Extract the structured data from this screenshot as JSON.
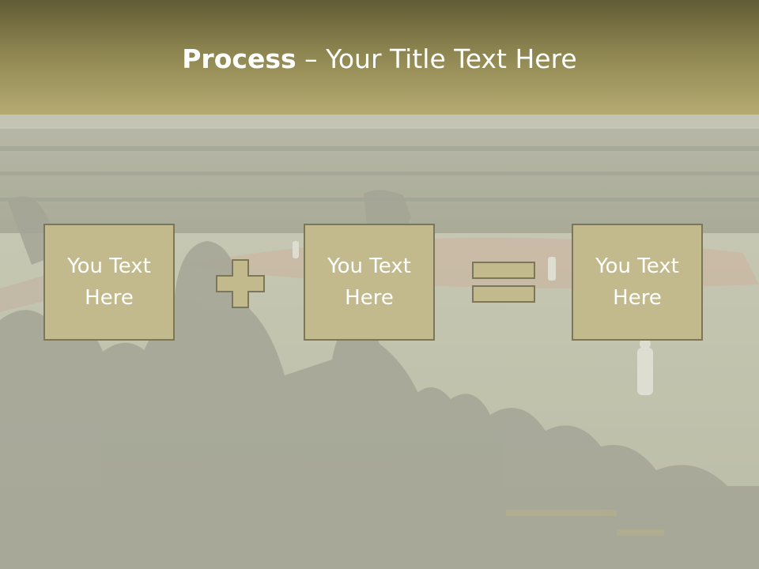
{
  "title": {
    "bold": "Process",
    "rest": " – Your Title Text Here"
  },
  "boxes": [
    {
      "text": "You Text Here"
    },
    {
      "text": "You Text Here"
    },
    {
      "text": "You Text Here"
    }
  ],
  "operators": [
    "plus",
    "equals"
  ],
  "colors": {
    "title_band": "#8d8550",
    "box_fill": "#c2b98d",
    "box_border": "#7d775a",
    "text": "#ffffff"
  }
}
